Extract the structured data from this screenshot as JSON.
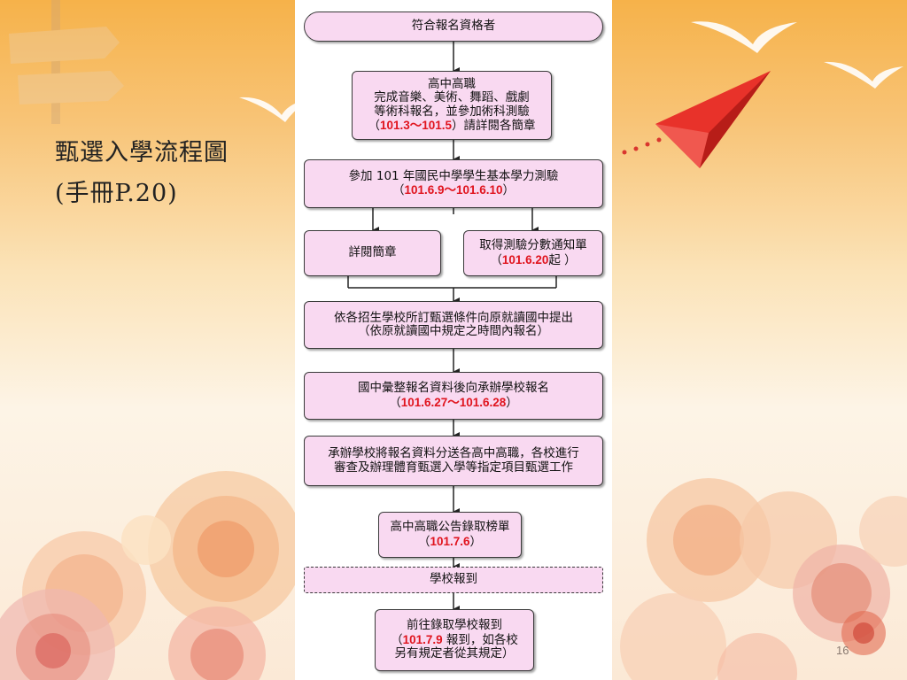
{
  "slide": {
    "title_line1": "甄選入學流程圖",
    "title_line2": "(手冊P.20)",
    "page_number": "16"
  },
  "flow": {
    "start": "符合報名資格者",
    "step1": {
      "l1": "高中高職",
      "l2": "完成音樂、美術、舞蹈、戲劇",
      "l3": "等術科報名，並參加術科測驗",
      "l4_pre": "（",
      "l4_date": "101.3～101.5",
      "l4_post": "）請詳閱各簡章"
    },
    "step2": {
      "l1": "參加 101 年國民中學學生基本學力測驗",
      "l2_pre": "（",
      "l2_date": "101.6.9～101.6.10",
      "l2_post": "）"
    },
    "step3a": "詳閱簡章",
    "step3b": {
      "l1": "取得測驗分數通知單",
      "l2_pre": "（",
      "l2_date": "101.6.20",
      "l2_post": "起 ）"
    },
    "step4": {
      "l1": "依各招生學校所訂甄選條件向原就讀國中提出",
      "l2": "（依原就讀國中規定之時間內報名）"
    },
    "step5": {
      "l1": "國中彙整報名資料後向承辦學校報名",
      "l2_pre": "（",
      "l2_date": "101.6.27～101.6.28",
      "l2_post": "）"
    },
    "step6": {
      "l1": "承辦學校將報名資料分送各高中高職，各校進行",
      "l2": "審查及辦理體育甄選入學等指定項目甄選工作"
    },
    "step7": {
      "l1": "高中高職公告錄取榜單",
      "l2_pre": "（",
      "l2_date": "101.7.6",
      "l2_post": "）"
    },
    "step8": "學校報到",
    "step9": {
      "l1": "前往錄取學校報到",
      "l2_pre": "（",
      "l2_date": "101.7.9",
      "l2_post": " 報到，如各校",
      "l3": "另有規定者從其規定）"
    }
  },
  "colors": {
    "box_fill": "#f9d9f1",
    "date_red": "#e0141e",
    "plane_red": "#e8322a"
  }
}
